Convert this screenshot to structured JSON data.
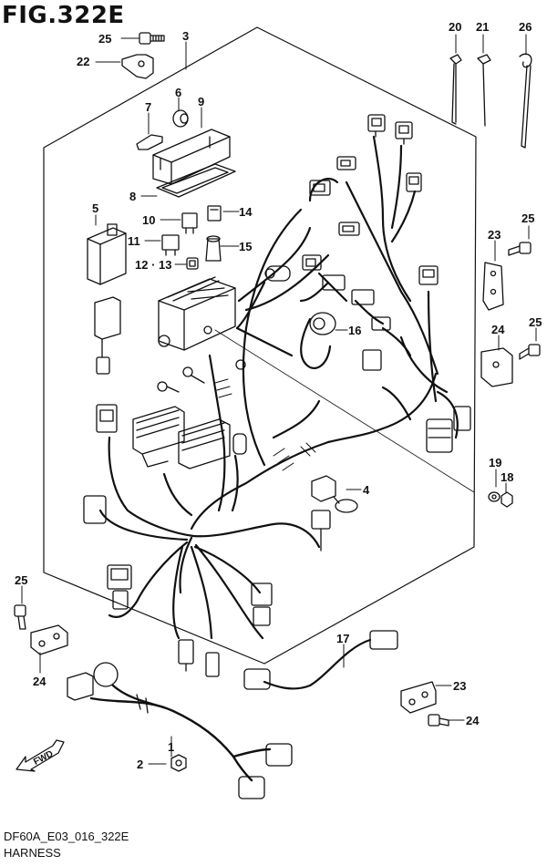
{
  "figure": {
    "title": "FIG.322E",
    "code": "DF60A_E03_016_322E",
    "name": "HARNESS",
    "fwd": "FWD"
  },
  "callouts": [
    {
      "id": "c25a",
      "text": "25"
    },
    {
      "id": "c22",
      "text": "22"
    },
    {
      "id": "c3",
      "text": "3"
    },
    {
      "id": "c6",
      "text": "6"
    },
    {
      "id": "c9",
      "text": "9"
    },
    {
      "id": "c7",
      "text": "7"
    },
    {
      "id": "c8",
      "text": "8"
    },
    {
      "id": "c5",
      "text": "5"
    },
    {
      "id": "c10",
      "text": "10"
    },
    {
      "id": "c14",
      "text": "14"
    },
    {
      "id": "c11",
      "text": "11"
    },
    {
      "id": "c15",
      "text": "15"
    },
    {
      "id": "c12_13",
      "text": "12 · 13"
    },
    {
      "id": "c16",
      "text": "16"
    },
    {
      "id": "c20",
      "text": "20"
    },
    {
      "id": "c21",
      "text": "21"
    },
    {
      "id": "c26",
      "text": "26"
    },
    {
      "id": "c23a",
      "text": "23"
    },
    {
      "id": "c25b",
      "text": "25"
    },
    {
      "id": "c24a",
      "text": "24"
    },
    {
      "id": "c25c",
      "text": "25"
    },
    {
      "id": "c19",
      "text": "19"
    },
    {
      "id": "c18",
      "text": "18"
    },
    {
      "id": "c4",
      "text": "4"
    },
    {
      "id": "c25d",
      "text": "25"
    },
    {
      "id": "c24b",
      "text": "24"
    },
    {
      "id": "c17",
      "text": "17"
    },
    {
      "id": "c23b",
      "text": "23"
    },
    {
      "id": "c24c",
      "text": "24"
    },
    {
      "id": "c1",
      "text": "1"
    },
    {
      "id": "c2",
      "text": "2"
    }
  ]
}
